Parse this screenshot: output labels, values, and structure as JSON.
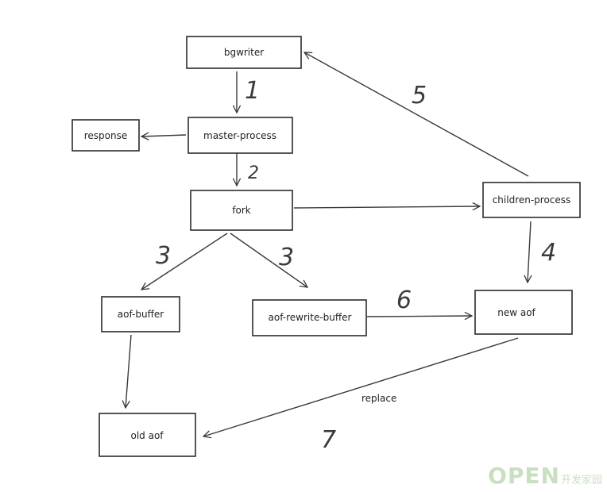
{
  "nodes": [
    {
      "id": "bgwriter",
      "label": "bgwriter"
    },
    {
      "id": "master",
      "label": "master-process"
    },
    {
      "id": "response",
      "label": "response"
    },
    {
      "id": "fork",
      "label": "fork"
    },
    {
      "id": "children",
      "label": "children-process"
    },
    {
      "id": "aofbuf",
      "label": "aof-buffer"
    },
    {
      "id": "aofrw",
      "label": "aof-rewrite-buffer"
    },
    {
      "id": "newaof",
      "label": "new aof"
    },
    {
      "id": "oldaof",
      "label": "old aof"
    }
  ],
  "edges": [
    {
      "from": "bgwriter",
      "to": "master",
      "step": "1"
    },
    {
      "from": "master",
      "to": "response",
      "step": ""
    },
    {
      "from": "master",
      "to": "fork",
      "step": "2"
    },
    {
      "from": "fork",
      "to": "children",
      "step": ""
    },
    {
      "from": "fork",
      "to": "aofbuf",
      "step": "3"
    },
    {
      "from": "fork",
      "to": "aofrw",
      "step": "3"
    },
    {
      "from": "children",
      "to": "newaof",
      "step": "4"
    },
    {
      "from": "children",
      "to": "bgwriter",
      "step": "5"
    },
    {
      "from": "aofrw",
      "to": "newaof",
      "step": "6"
    },
    {
      "from": "aofbuf",
      "to": "oldaof",
      "step": ""
    },
    {
      "from": "newaof",
      "to": "oldaof",
      "step": "7",
      "label": "replace"
    }
  ],
  "watermark": {
    "main": "OPEN",
    "sub": "开发家园"
  }
}
